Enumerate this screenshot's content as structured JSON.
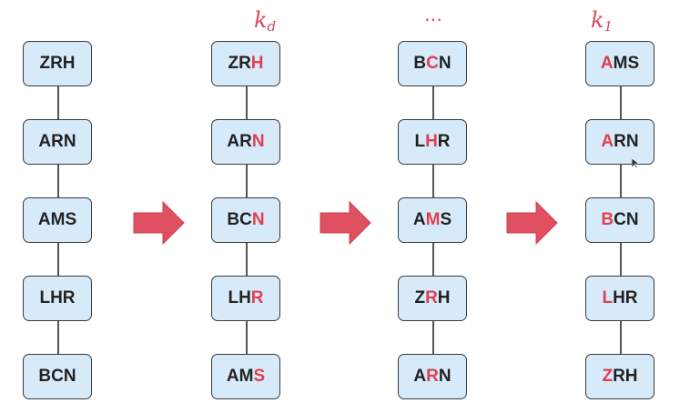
{
  "colors": {
    "highlight": "#e0404f",
    "node_fill": "#d7eafa",
    "arrow": "#e05060"
  },
  "labels": {
    "kd": "k",
    "kd_sub": "d",
    "dots": "…",
    "k1": "k",
    "k1_sub": "1"
  },
  "columns": [
    {
      "nodes": [
        {
          "chars": [
            "Z",
            "R",
            "H"
          ],
          "highlight": -1
        },
        {
          "chars": [
            "A",
            "R",
            "N"
          ],
          "highlight": -1
        },
        {
          "chars": [
            "A",
            "M",
            "S"
          ],
          "highlight": -1
        },
        {
          "chars": [
            "L",
            "H",
            "R"
          ],
          "highlight": -1
        },
        {
          "chars": [
            "B",
            "C",
            "N"
          ],
          "highlight": -1
        }
      ]
    },
    {
      "nodes": [
        {
          "chars": [
            "Z",
            "R",
            "H"
          ],
          "highlight": 2
        },
        {
          "chars": [
            "A",
            "R",
            "N"
          ],
          "highlight": 2
        },
        {
          "chars": [
            "B",
            "C",
            "N"
          ],
          "highlight": 2
        },
        {
          "chars": [
            "L",
            "H",
            "R"
          ],
          "highlight": 2
        },
        {
          "chars": [
            "A",
            "M",
            "S"
          ],
          "highlight": 2
        }
      ]
    },
    {
      "nodes": [
        {
          "chars": [
            "B",
            "C",
            "N"
          ],
          "highlight": 1
        },
        {
          "chars": [
            "L",
            "H",
            "R"
          ],
          "highlight": 1
        },
        {
          "chars": [
            "A",
            "M",
            "S"
          ],
          "highlight": 1
        },
        {
          "chars": [
            "Z",
            "R",
            "H"
          ],
          "highlight": 1
        },
        {
          "chars": [
            "A",
            "R",
            "N"
          ],
          "highlight": 1
        }
      ]
    },
    {
      "nodes": [
        {
          "chars": [
            "A",
            "M",
            "S"
          ],
          "highlight": 0
        },
        {
          "chars": [
            "A",
            "R",
            "N"
          ],
          "highlight": 0
        },
        {
          "chars": [
            "B",
            "C",
            "N"
          ],
          "highlight": 0
        },
        {
          "chars": [
            "L",
            "H",
            "R"
          ],
          "highlight": 0
        },
        {
          "chars": [
            "Z",
            "R",
            "H"
          ],
          "highlight": 0
        }
      ]
    }
  ]
}
